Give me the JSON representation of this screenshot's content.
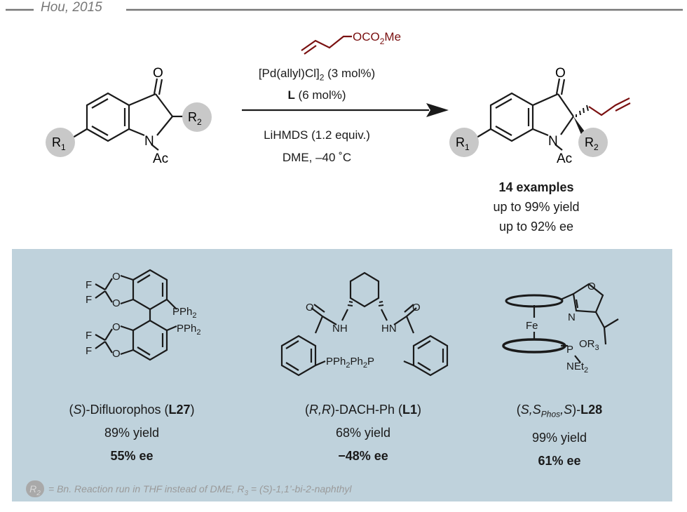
{
  "header": {
    "title": "Hou, 2015"
  },
  "reagent": {
    "text": "OCO",
    "sub": "2",
    "tail": "Me"
  },
  "conditions": {
    "line1_main": "[Pd(allyl)Cl]",
    "line1_sub": "2",
    "line1_tail": " (3 mol%)",
    "line2_bold": "L",
    "line2_tail": " (6 mol%)",
    "line3": "LiHMDS (1.2 equiv.)",
    "line4": "DME,  –40 ˚C"
  },
  "substrate": {
    "o": "O",
    "n": "N",
    "ac": "Ac",
    "r1": "R",
    "r1_sub": "1",
    "r2": "R",
    "r2_sub": "2"
  },
  "product": {
    "o": "O",
    "n": "N",
    "ac": "Ac",
    "r1": "R",
    "r1_sub": "1",
    "r2": "R",
    "r2_sub": "2"
  },
  "results": {
    "examples": "14 examples",
    "yield": "up to 99% yield",
    "ee": "up to 92% ee"
  },
  "ligands": [
    {
      "pre": "(",
      "italic": "S",
      "mid": ")-Difluorophos (",
      "bold": "L27",
      "post": ")",
      "yield": "89% yield",
      "ee": "55% ee"
    },
    {
      "pre": "(",
      "italic": "R,R",
      "mid": ")-DACH-Ph (",
      "bold": "L1",
      "post": ")",
      "yield": "68% yield",
      "ee": "−48% ee"
    },
    {
      "pre": "(",
      "italic": "S,S",
      "sub": "Phos",
      "italic2": ",S",
      "mid": ")-",
      "bold": "L28",
      "post": "",
      "yield": "99% yield",
      "ee": "61% ee"
    }
  ],
  "structure_labels": {
    "l27": {
      "f1": "F",
      "f2": "F",
      "f3": "F",
      "f4": "F",
      "o1": "O",
      "o2": "O",
      "o3": "O",
      "o4": "O",
      "p1": "PPh",
      "p1s": "2",
      "p2": "PPh",
      "p2s": "2"
    },
    "l1": {
      "nh1": "NH",
      "nh2": "HN",
      "o1": "O",
      "o2": "O",
      "p": "PPh",
      "ps": "2",
      "p2": "Ph",
      "p2s": "2",
      "p3": "P"
    },
    "l28": {
      "fe": "Fe",
      "o": "O",
      "n": "N",
      "p": "P",
      "or": "OR",
      "ors": "3",
      "net": "NEt",
      "nets": "2"
    }
  },
  "footnote": {
    "badge": "R",
    "badge_sub": "2",
    "text": "= Bn. Reaction run in THF instead of DME, R",
    "r3_sub": "3",
    "text2": " = (S)-1,1’-bi-2-naphthyl"
  },
  "colors": {
    "accent": "#7a1010",
    "panel": "#bfd2dc",
    "badge": "#c8c8c8"
  }
}
